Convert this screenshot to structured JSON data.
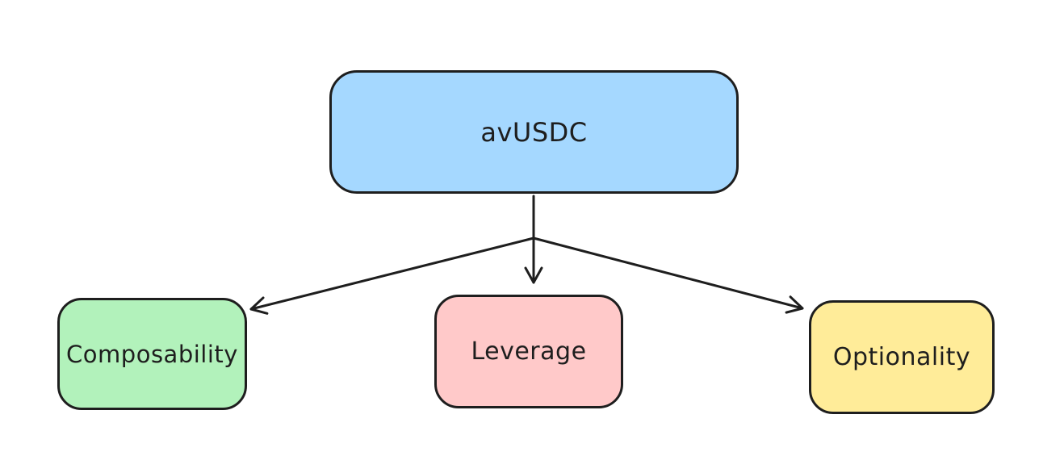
{
  "diagram": {
    "background": "#ffffff",
    "stroke_color": "#1e1e1e",
    "nodes": [
      {
        "id": "avusdc",
        "label": "avUSDC",
        "fill": "#a5d8ff",
        "role": "root"
      },
      {
        "id": "composability",
        "label": "Composability",
        "fill": "#b2f2bb",
        "role": "child"
      },
      {
        "id": "leverage",
        "label": "Leverage",
        "fill": "#ffc9c9",
        "role": "child"
      },
      {
        "id": "optionality",
        "label": "Optionality",
        "fill": "#ffec99",
        "role": "child"
      }
    ],
    "edges": [
      {
        "from": "avUSDC",
        "to": "Composability"
      },
      {
        "from": "avUSDC",
        "to": "Leverage"
      },
      {
        "from": "avUSDC",
        "to": "Optionality"
      }
    ]
  }
}
